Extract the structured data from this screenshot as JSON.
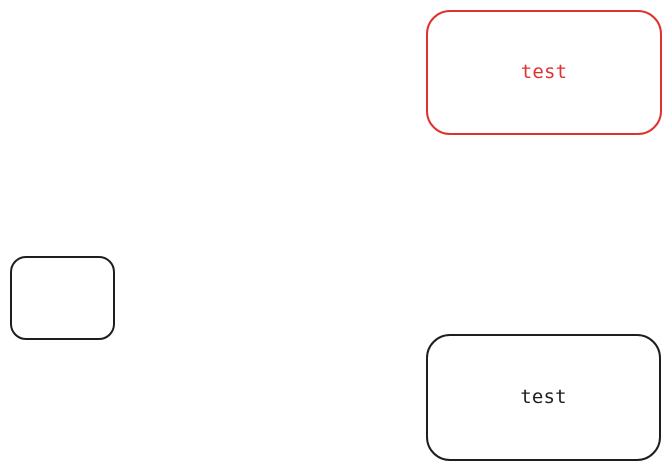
{
  "colors": {
    "background": "#ffffff",
    "red_stroke": "#e03131",
    "black_stroke": "#1e1e1e"
  },
  "shapes": [
    {
      "id": "shape-red",
      "label": "test",
      "stroke_color": "#e03131",
      "text_color": "#e03131"
    },
    {
      "id": "shape-small",
      "label": "",
      "stroke_color": "#1e1e1e",
      "text_color": "#1e1e1e"
    },
    {
      "id": "shape-black",
      "label": "test",
      "stroke_color": "#1e1e1e",
      "text_color": "#1e1e1e"
    }
  ]
}
